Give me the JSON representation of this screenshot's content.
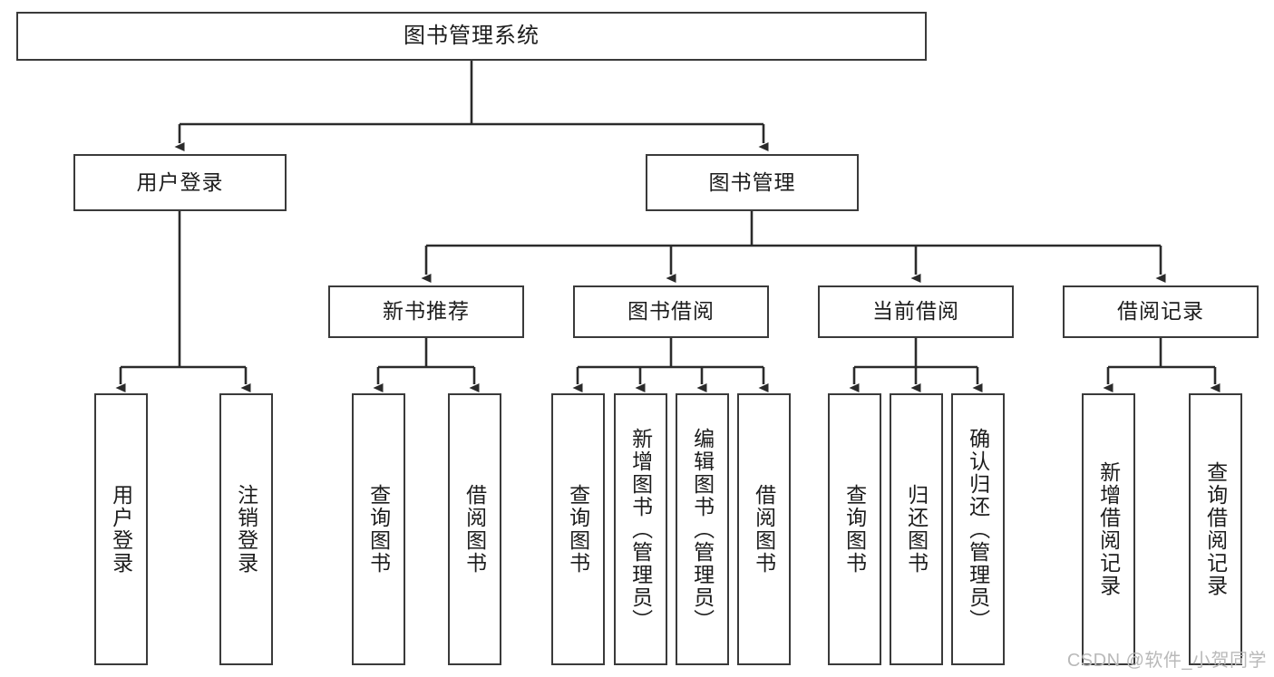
{
  "diagram": {
    "title": "图书管理系统",
    "type": "tree-hierarchy",
    "colors": {
      "box_border": "#3a3a3a",
      "box_fill": "#ffffff",
      "edge": "#2b2b2b",
      "text": "#1c1c1c",
      "watermark": "#b9b9b9",
      "background": "#ffffff"
    },
    "root": {
      "label": "图书管理系统"
    },
    "level2": [
      {
        "label": "用户登录"
      },
      {
        "label": "图书管理"
      }
    ],
    "level3": [
      {
        "label": "新书推荐"
      },
      {
        "label": "图书借阅"
      },
      {
        "label": "当前借阅"
      },
      {
        "label": "借阅记录"
      }
    ],
    "leaves": {
      "user_login": [
        {
          "label": "用户登录"
        },
        {
          "label": "注销登录"
        }
      ],
      "new_book": [
        {
          "label": "查询图书"
        },
        {
          "label": "借阅图书"
        }
      ],
      "borrow": [
        {
          "label": "查询图书"
        },
        {
          "label": "新增图书（管理员）"
        },
        {
          "label": "编辑图书（管理员）"
        },
        {
          "label": "借阅图书"
        }
      ],
      "current": [
        {
          "label": "查询图书"
        },
        {
          "label": "归还图书"
        },
        {
          "label": "确认归还（管理员）"
        }
      ],
      "records": [
        {
          "label": "新增借阅记录"
        },
        {
          "label": "查询借阅记录"
        }
      ]
    },
    "watermark": "CSDN @软件_小贺同学"
  }
}
